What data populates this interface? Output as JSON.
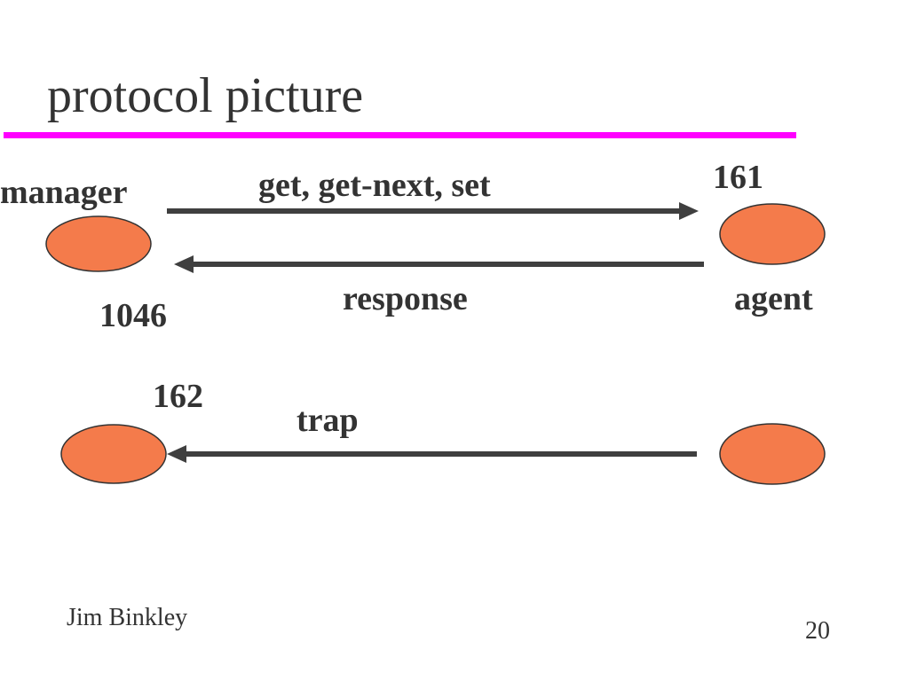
{
  "slide": {
    "title": "protocol picture",
    "author": "Jim Binkley",
    "page_number": "20"
  },
  "diagram": {
    "labels": {
      "manager": "manager",
      "agent": "agent",
      "port_161": "161",
      "port_1046": "1046",
      "port_162": "162",
      "request_msgs": "get, get-next, set",
      "response_msg": "response",
      "trap_msg": "trap"
    }
  },
  "colors": {
    "title_rule": "#ff00ff",
    "node_fill": "#f47b4b",
    "node_stroke": "#333333",
    "arrow": "#3f3f3f",
    "text": "#333333"
  }
}
